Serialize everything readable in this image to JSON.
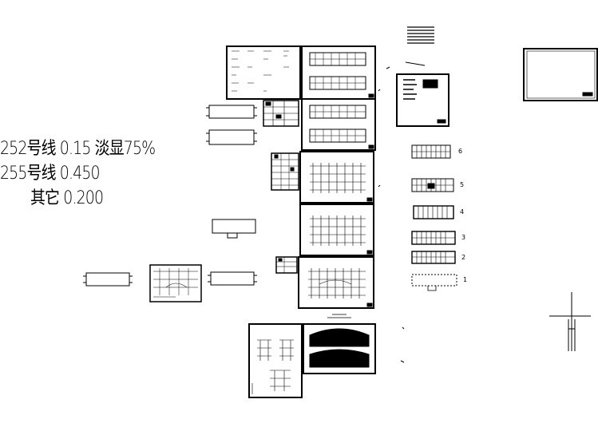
{
  "notes": [
    {
      "line": "252号线 0.15 淡显75%"
    },
    {
      "line": "255号线 0.450"
    },
    {
      "line": "其它 0.200"
    }
  ],
  "floor_plan_labels": [
    "6",
    "5",
    "4",
    "3",
    "2",
    "1"
  ],
  "colors": {
    "ink": "#000000",
    "paper": "#ffffff"
  }
}
